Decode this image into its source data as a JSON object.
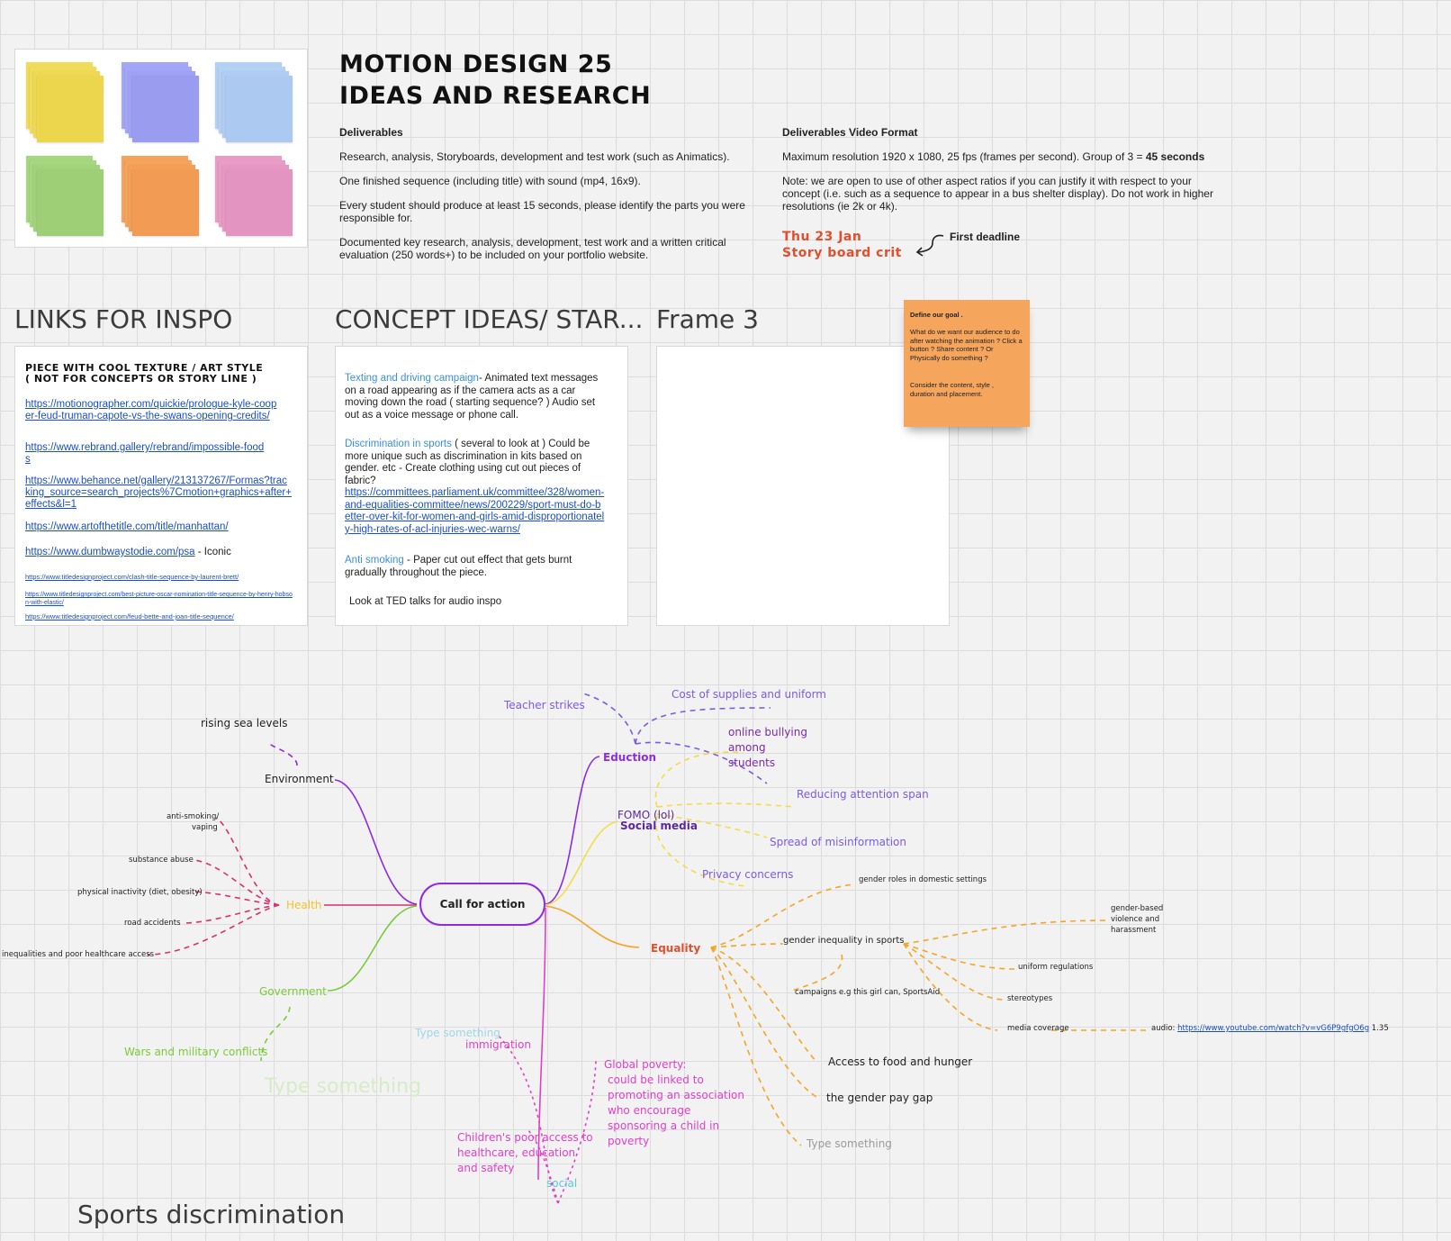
{
  "header": {
    "title_line1": "MOTION DESIGN 25",
    "title_line2": "IDEAS AND RESEARCH"
  },
  "deliverables": {
    "heading": "Deliverables",
    "p1": "Research, analysis, Storyboards, development and test work (such as Animatics).",
    "p2": "One finished sequence (including title) with sound (mp4, 16x9).",
    "p3": "Every student should produce at least 15 seconds, please identify the parts you were responsible for.",
    "p4": "Documented key research, analysis, development, test work and a written critical evaluation (250 words+) to be included on your portfolio website."
  },
  "video_format": {
    "heading": "Deliverables Video Format",
    "p1_prefix": "Maximum resolution 1920 x 1080, 25 fps (frames per second). Group of 3 = ",
    "p1_bold": "45 seconds",
    "p2": "Note: we are open to use of other aspect ratios if you can justify it with respect to your concept (i.e. such as a sequence to appear in a bus shelter display). Do not work in higher resolutions (ie 2k or 4k)."
  },
  "deadline": {
    "date": "Thu 23 Jan",
    "event": "Story board crit",
    "label": "First deadline"
  },
  "frames": {
    "links_title": "LINKS FOR INSPO",
    "concept_title": "CONCEPT IDEAS/ STAR...",
    "frame3_title": "Frame 3",
    "bottom_title": "Sports discrimination"
  },
  "links_card": {
    "heading1": "PIECE WITH COOL TEXTURE / ART STYLE",
    "heading2": "( NOT FOR CONCEPTS OR STORY LINE )",
    "links": [
      "https://motionographer.com/quickie/prologue-kyle-cooper-feud-truman-capote-vs-the-swans-opening-credits/",
      "https://www.rebrand.gallery/rebrand/impossible-foods",
      "https://www.behance.net/gallery/213137267/Formas?tracking_source=search_projects%7Cmotion+graphics+after+effects&l=1",
      "https://www.artofthetitle.com/title/manhattan/",
      "https://www.dumbwaystodie.com/psa"
    ],
    "iconic": " - Iconic",
    "small_links": [
      "https://www.titledesignproject.com/clash-title-sequence-by-laurent-brett/",
      "https://www.titledesignproject.com/best-picture-oscar-nomination-title-sequence-by-henry-hobson-with-elastic/",
      "https://www.titledesignproject.com/feud-bette-and-joan-title-sequence/"
    ]
  },
  "concept_card": {
    "i1_title": "Texting and driving campaign",
    "i1_text": "- Animated text messages on a road appearing as if the camera acts as a car moving down the road ( starting sequence? ) Audio set out as a voice message or phone call.",
    "i2_title": "Discrimination in sports",
    "i2_text": " ( several to look at ) Could be more unique such as discrimination in kits based on gender. etc - Create clothing using cut out pieces of fabric?",
    "i2_link": "https://committees.parliament.uk/committee/328/women-and-equalities-committee/news/200229/sport-must-do-better-over-kit-for-women-and-girls-amid-disproportionately-high-rates-of-acl-injuries-wec-warns/",
    "i3_title": "Anti smoking",
    "i3_text": " - Paper cut out effect that gets burnt gradually throughout the piece.",
    "i4": "Look at TED talks for audio inspo"
  },
  "sticky": {
    "title": "Define our goal .",
    "body": "What do we want our audience to do after watching the animation ? Click a button ? Share content ? Or Physically do something ?",
    "body2": "Consider the content, style , duration and placement."
  },
  "mindmap": {
    "center": "Call for action",
    "environment": "Environment",
    "rising": "rising sea levels",
    "health": "Health",
    "health_items": [
      "anti-smoking/",
      "vaping",
      "substance abuse",
      "physical inactivity (diet, obesity)",
      "road accidents",
      "inequalities and poor healthcare access"
    ],
    "government": "Government",
    "wars": "Wars and military conflicts",
    "type_something": "Type something",
    "eduction": "Eduction",
    "teacher": "Teacher strikes",
    "cost": "Cost of supplies and uniform",
    "bullying": [
      "online bullying",
      "among",
      "students"
    ],
    "fomo": "FOMO  (lol)",
    "social_media": "Social media",
    "attention": "Reducing attention span",
    "misinfo": "Spread of misinformation",
    "privacy": "Privacy concerns",
    "equality": "Equality",
    "gender_roles": "gender roles in domestic settings",
    "gender_sports": "gender inequality in sports",
    "gbv": [
      "gender-based",
      "violence and",
      "harassment"
    ],
    "uniform_reg": "uniform regulations",
    "stereotypes": "stereotypes",
    "media": "media coverage",
    "audio_prefix": "audio: ",
    "audio_link": "https://www.youtube.com/watch?v=vG6P9gfgO6g",
    "audio_suffix": " 1.35",
    "campaigns": "campaigns e.g this girl can, SportsAid",
    "food": "Access to food and hunger",
    "pay_gap": "the gender pay gap",
    "type_something_small": "Type something",
    "immigration": "immigration",
    "type_something_ghost": "Type something",
    "poverty": [
      "Global poverty:",
      "could be linked to",
      "promoting an association",
      "who encourage",
      "sponsoring a child in",
      "poverty"
    ],
    "children": [
      "Children's poor access to",
      "healthcare, education",
      "and safety"
    ],
    "social": "social"
  },
  "colors": {
    "purple": "#8e2be2",
    "pink": "#d8326e",
    "green": "#7acb3a",
    "yellow": "#f2dc47",
    "orange": "#f5a524",
    "magenta": "#e040c8",
    "deadline_red": "#e0502e",
    "sticky_orange": "#f6a55d"
  }
}
